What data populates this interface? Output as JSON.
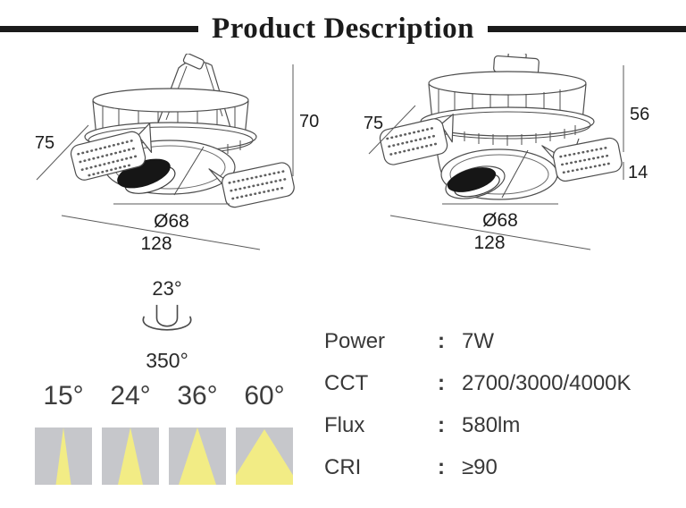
{
  "header": {
    "title": "Product Description"
  },
  "drawings": {
    "left": {
      "dim_wing": "75",
      "dim_height": "70",
      "dim_diameter": "Ø68",
      "dim_overall": "128"
    },
    "right": {
      "dim_wing": "75",
      "dim_height_body": "56",
      "dim_height_collar": "14",
      "dim_diameter": "Ø68",
      "dim_overall": "128"
    }
  },
  "rotation": {
    "tilt": "23°",
    "rotate": "350°"
  },
  "beam_angles": [
    {
      "label": "15°"
    },
    {
      "label": "24°"
    },
    {
      "label": "36°"
    },
    {
      "label": "60°"
    }
  ],
  "specs": [
    {
      "label": "Power",
      "sep": ":",
      "value": "7W"
    },
    {
      "label": "CCT",
      "sep": ":",
      "value": "2700/3000/4000K"
    },
    {
      "label": "Flux",
      "sep": ":",
      "value": "580lm"
    },
    {
      "label": "CRI",
      "sep": ":",
      "value": "≥90"
    }
  ],
  "colors": {
    "beam_box_gray": "#c6c7cb",
    "beam_yellow": "#f2ec85",
    "line_art": "#4d4d4d",
    "dimension_text": "#1c1c1c"
  }
}
